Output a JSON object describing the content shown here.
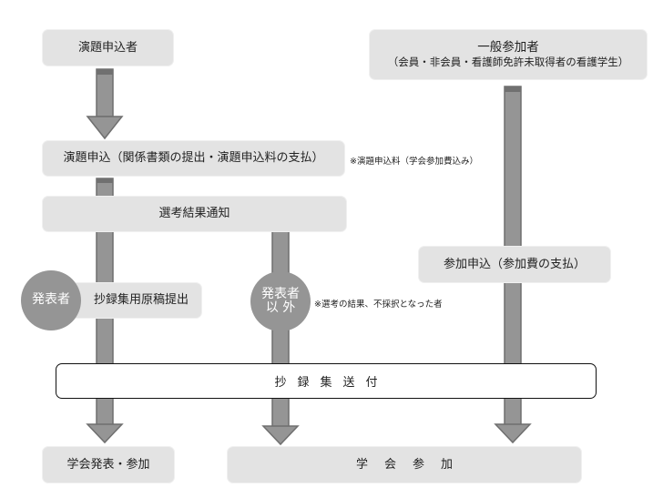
{
  "diagram": {
    "nodes": {
      "presenter_applicant": "演題申込者",
      "general_participant_title": "一般参加者",
      "general_participant_sub": "（会員・非会員・看護師免許未取得者の看護学生）",
      "abstract_application": "演題申込（関係書類の提出・演題申込料の支払）",
      "selection_result": "選考結果通知",
      "participation_application": "参加申込（参加費の支払）",
      "manuscript_submission": "抄録集用原稿提出",
      "abstract_book_delivery": "抄録集送付",
      "present_and_participate": "学会発表・参加",
      "conference_participation": "学会参加"
    },
    "badges": {
      "presenter": "発表者",
      "non_presenter_line1": "発表者",
      "non_presenter_line2": "以 外"
    },
    "notes": {
      "fee_note": "※演題申込料（学会参加費込み）",
      "rejected_note": "※選考の結果、不採択となった者"
    },
    "colors": {
      "box_fill": "#e3e3e3",
      "arrow_fill": "#959595",
      "arrow_stroke": "#6f6f6f",
      "badge_fill": "#959595"
    }
  }
}
